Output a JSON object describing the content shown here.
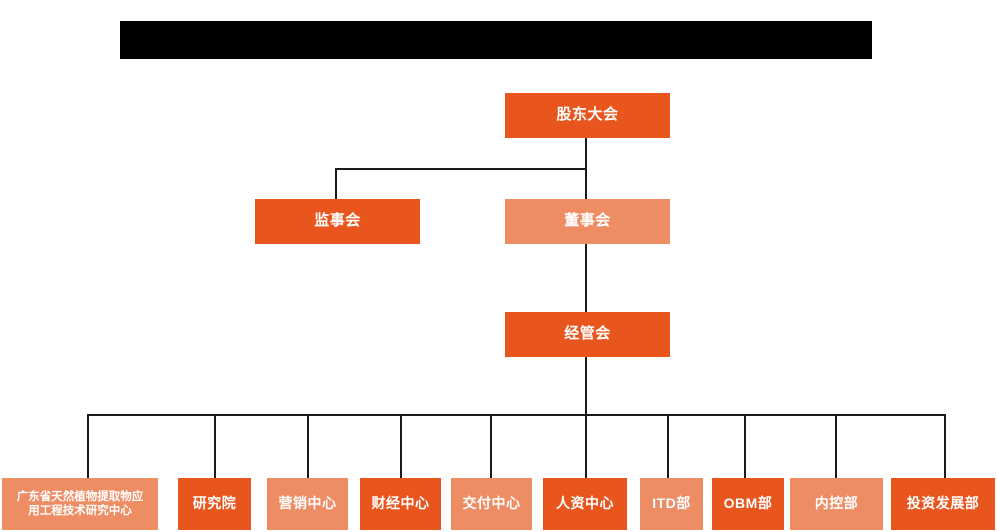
{
  "chart": {
    "type": "org-chart",
    "title": "",
    "background_color": "#ffffff",
    "colors": {
      "dark_orange": "#E8551D",
      "light_salmon": "#EE8C64",
      "line": "#1a1a1a",
      "text": "#ffffff",
      "redaction": "#000000"
    },
    "redaction_bar": {
      "label": ""
    },
    "levels": {
      "level1": [
        {
          "id": "shareholders",
          "label": "股东大会",
          "color": "dark_orange"
        }
      ],
      "level2": [
        {
          "id": "supervisors",
          "label": "监事会",
          "color": "dark_orange"
        },
        {
          "id": "directors",
          "label": "董事会",
          "color": "light_salmon"
        }
      ],
      "level3": [
        {
          "id": "management",
          "label": "经管会",
          "color": "dark_orange"
        }
      ],
      "level4": [
        {
          "id": "dept-1",
          "label": "广东省天然植物提取物应\n用工程技术研究中心",
          "color": "light_salmon"
        },
        {
          "id": "dept-2",
          "label": "研究院",
          "color": "dark_orange"
        },
        {
          "id": "dept-3",
          "label": "营销中心",
          "color": "light_salmon"
        },
        {
          "id": "dept-4",
          "label": "财经中心",
          "color": "dark_orange"
        },
        {
          "id": "dept-5",
          "label": "交付中心",
          "color": "light_salmon"
        },
        {
          "id": "dept-6",
          "label": "人资中心",
          "color": "dark_orange"
        },
        {
          "id": "dept-7",
          "label": "ITD部",
          "color": "light_salmon"
        },
        {
          "id": "dept-8",
          "label": "OBM部",
          "color": "dark_orange"
        },
        {
          "id": "dept-9",
          "label": "内控部",
          "color": "light_salmon"
        },
        {
          "id": "dept-10",
          "label": "投资发展部",
          "color": "dark_orange"
        }
      ]
    }
  }
}
